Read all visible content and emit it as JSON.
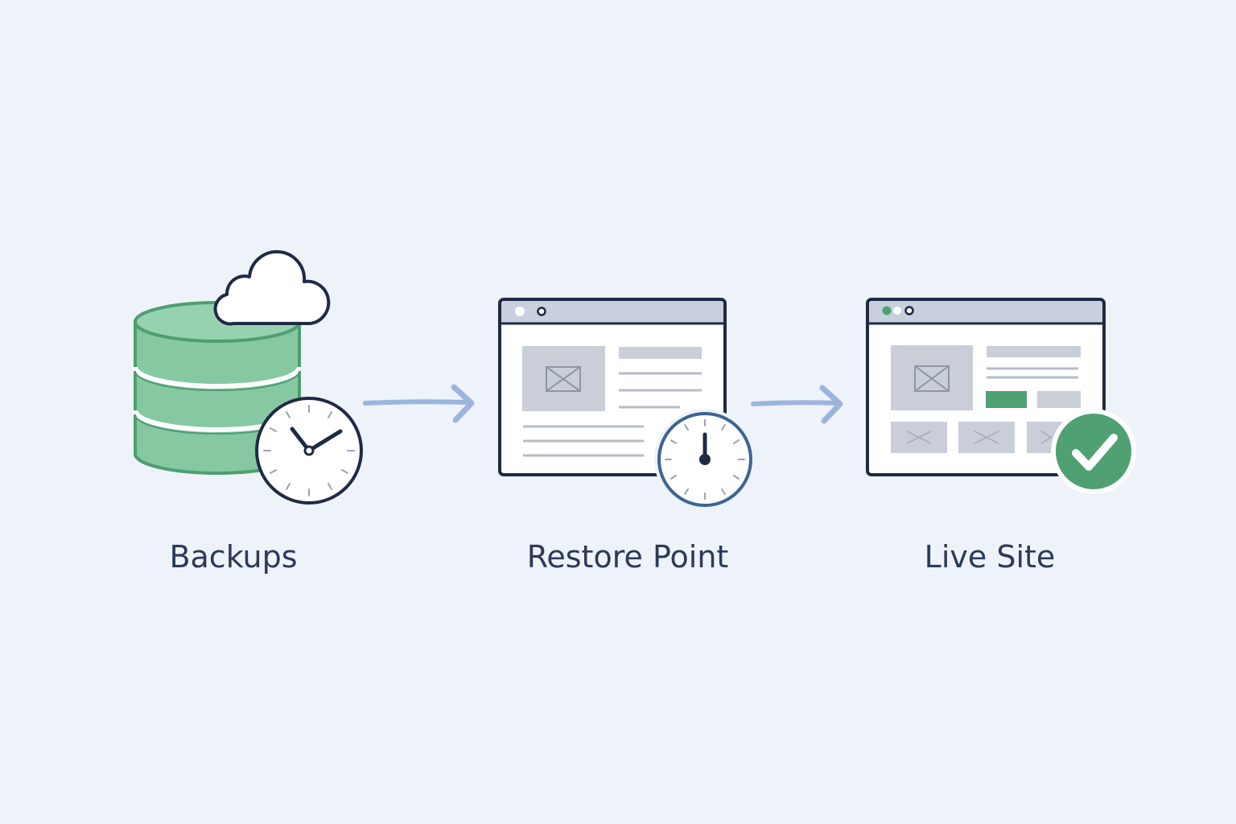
{
  "steps": [
    {
      "id": "backups",
      "label": "Backups",
      "icon": "database-cloud-clock-icon"
    },
    {
      "id": "restore",
      "label": "Restore Point",
      "icon": "browser-window-clock-icon"
    },
    {
      "id": "live",
      "label": "Live Site",
      "icon": "browser-window-check-icon"
    }
  ],
  "arrows": [
    {
      "from": "backups",
      "to": "restore",
      "icon": "arrow-right-icon"
    },
    {
      "from": "restore",
      "to": "live",
      "icon": "arrow-right-icon"
    }
  ],
  "colors": {
    "background": "#eef3fa",
    "database_green": "#86c8a2",
    "database_stroke": "#4f9e72",
    "outline_navy": "#1f2a44",
    "arrow_blue": "#9db4dc",
    "placeholder_gray": "#c9ced8",
    "titlebar_gray": "#c8cfdd",
    "clock_blue": "#3d6494",
    "success_green": "#4fa072",
    "label_text": "#2c3a59"
  }
}
